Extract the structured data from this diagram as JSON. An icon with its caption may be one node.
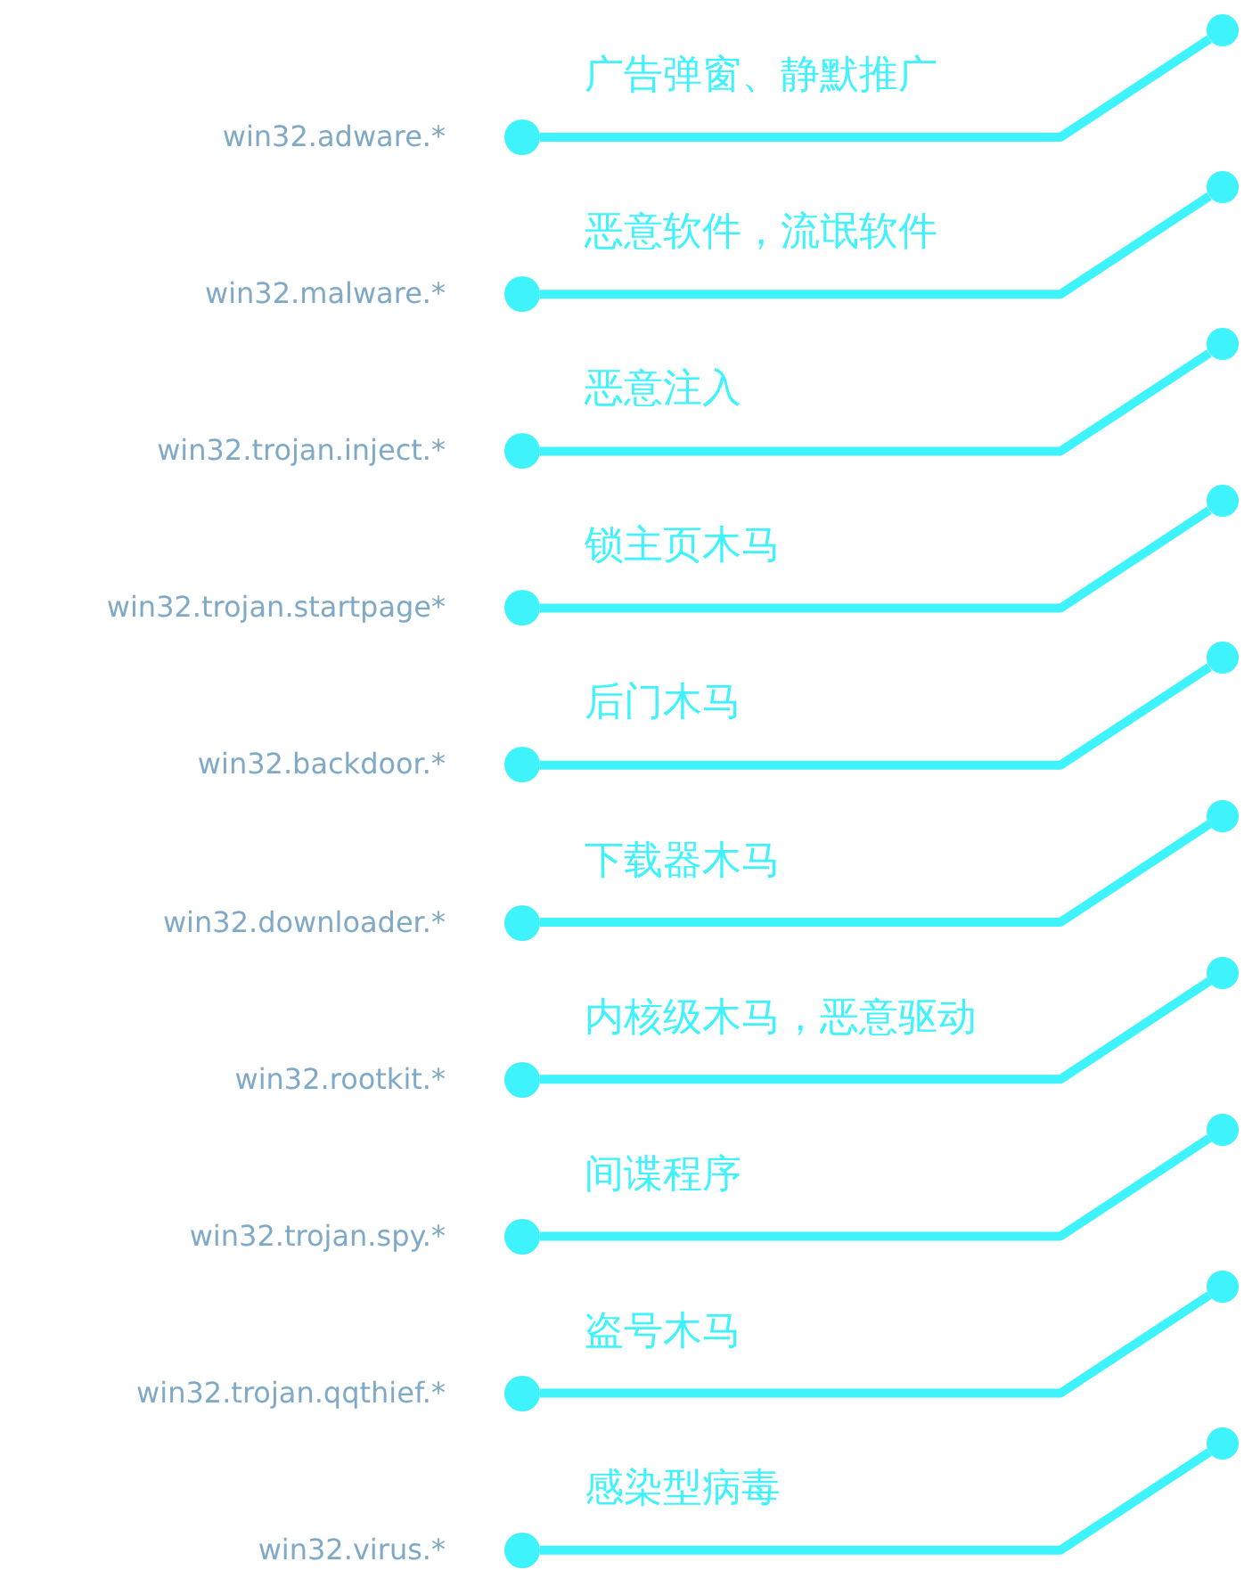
{
  "diagram": {
    "nodes": [
      {
        "text": [],
        "shape": "circle",
        "beside": [
          "win32.adware.*"
        ]
      },
      {
        "text": [],
        "shape": "circle"
      },
      {
        "text": [],
        "shape": "circle",
        "beside": [
          "win32.malware.*"
        ]
      },
      {
        "text": [],
        "shape": "circle"
      },
      {
        "text": [],
        "shape": "circle",
        "beside": [
          "win32.trojan.inject.*"
        ]
      },
      {
        "text": [],
        "shape": "circle"
      },
      {
        "text": [],
        "shape": "circle",
        "beside": [
          "win32.trojan.startpage*"
        ]
      },
      {
        "text": [],
        "shape": "circle"
      },
      {
        "text": [],
        "shape": "circle",
        "beside": [
          "win32.backdoor.*"
        ]
      },
      {
        "text": [],
        "shape": "circle"
      },
      {
        "text": [],
        "shape": "circle",
        "beside": [
          "win32.downloader.*"
        ]
      },
      {
        "text": [],
        "shape": "circle"
      },
      {
        "text": [],
        "shape": "circle",
        "beside": [
          "win32.rootkit.*"
        ]
      },
      {
        "text": [],
        "shape": "circle"
      },
      {
        "text": [],
        "shape": "circle",
        "beside": [
          "win32.trojan.spy.*"
        ]
      },
      {
        "text": [],
        "shape": "circle"
      },
      {
        "text": [],
        "shape": "circle",
        "beside": [
          "win32.trojan.qqthief.*"
        ]
      },
      {
        "text": [],
        "shape": "circle"
      },
      {
        "text": [],
        "shape": "circle",
        "beside": [
          "win32.virus.*"
        ]
      },
      {
        "text": [],
        "shape": "circle"
      }
    ],
    "edges": [
      {
        "from": 0,
        "to": 1,
        "arrow": "none",
        "label": "广告弹窗、静默推广"
      },
      {
        "from": 2,
        "to": 3,
        "arrow": "none",
        "label": "恶意软件，流氓软件"
      },
      {
        "from": 4,
        "to": 5,
        "arrow": "none",
        "label": "恶意注入"
      },
      {
        "from": 6,
        "to": 7,
        "arrow": "none",
        "label": "锁主页木马"
      },
      {
        "from": 8,
        "to": 9,
        "arrow": "none",
        "label": "后门木马"
      },
      {
        "from": 10,
        "to": 11,
        "arrow": "none",
        "label": "下载器木马"
      },
      {
        "from": 12,
        "to": 13,
        "arrow": "none",
        "label": "内核级木马，恶意驱动"
      },
      {
        "from": 14,
        "to": 15,
        "arrow": "none",
        "label": "间谍程序"
      },
      {
        "from": 16,
        "to": 17,
        "arrow": "none",
        "label": "盗号木马"
      },
      {
        "from": 18,
        "to": 19,
        "arrow": "none",
        "label": "感染型病毒"
      }
    ]
  }
}
